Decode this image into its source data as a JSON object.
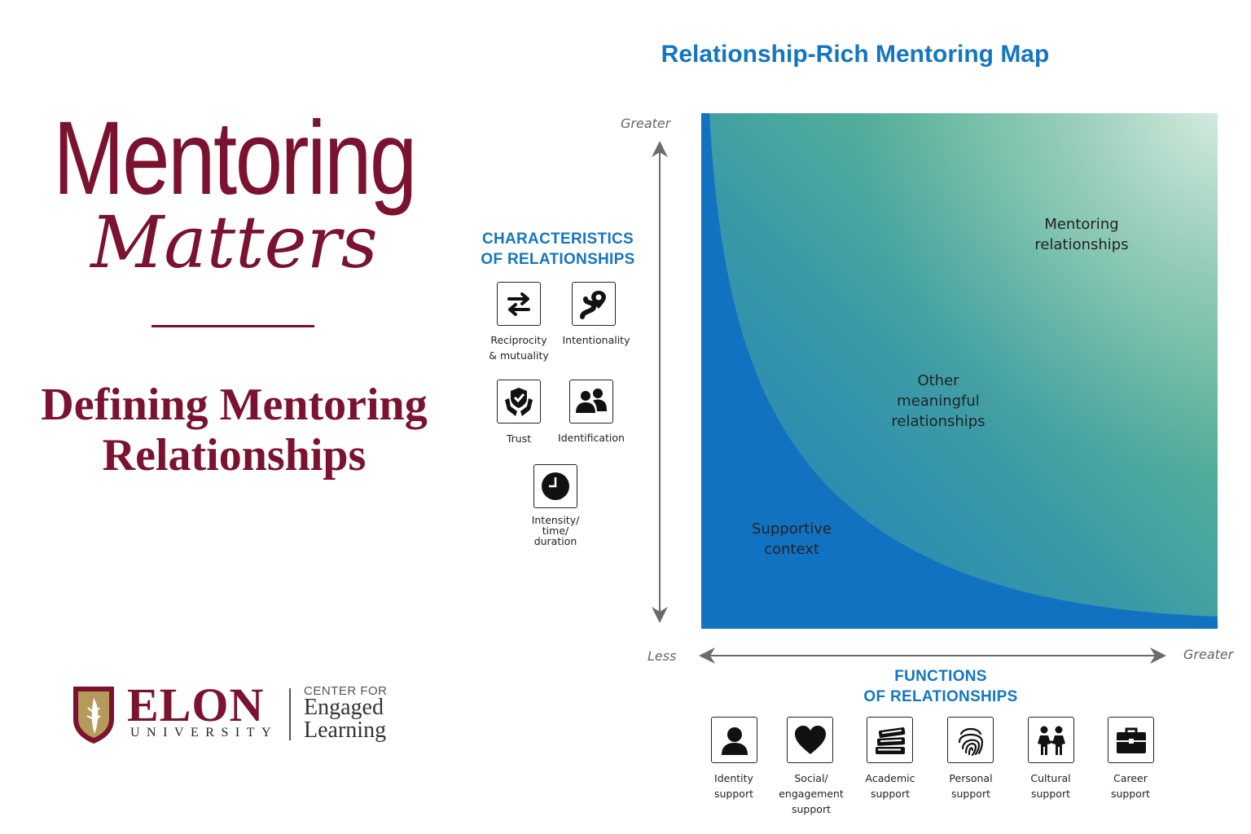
{
  "left": {
    "title_line1": "Mentoring",
    "title_line2": "Matters",
    "subtitle_line1": "Defining Mentoring",
    "subtitle_line2": "Relationships",
    "logo": {
      "name": "ELON",
      "university": "UNIVERSITY",
      "center_for": "CENTER FOR",
      "engaged": "Engaged",
      "learning": "Learning"
    }
  },
  "map": {
    "title": "Relationship-Rich Mentoring Map",
    "y_axis_top": "Greater",
    "x_axis_left": "Less",
    "x_axis_right": "Greater",
    "regions": {
      "mentoring": [
        "Mentoring",
        "relationships"
      ],
      "other": [
        "Other",
        "meaningful",
        "relationships"
      ],
      "supportive": [
        "Supportive",
        "context"
      ]
    }
  },
  "characteristics": {
    "heading_line1": "CHARACTERISTICS",
    "heading_line2": "OF RELATIONSHIPS",
    "items": [
      {
        "icon": "arrows-exchange-icon",
        "label": [
          "Reciprocity",
          "& mutuality"
        ]
      },
      {
        "icon": "location-path-icon",
        "label": [
          "Intentionality"
        ]
      },
      {
        "icon": "shield-hands-icon",
        "label": [
          "Trust"
        ]
      },
      {
        "icon": "people-icon",
        "label": [
          "Identification"
        ]
      },
      {
        "icon": "clock-icon",
        "label": [
          "Intensity/",
          "time/",
          "duration"
        ]
      }
    ]
  },
  "functions": {
    "heading_line1": "FUNCTIONS",
    "heading_line2": "OF RELATIONSHIPS",
    "items": [
      {
        "icon": "person-icon",
        "label": [
          "Identity",
          "support"
        ]
      },
      {
        "icon": "heart-icon",
        "label": [
          "Social/",
          "engagement",
          "support"
        ]
      },
      {
        "icon": "books-icon",
        "label": [
          "Academic",
          "support"
        ]
      },
      {
        "icon": "fingerprint-icon",
        "label": [
          "Personal",
          "support"
        ]
      },
      {
        "icon": "two-people-icon",
        "label": [
          "Cultural",
          "support"
        ]
      },
      {
        "icon": "briefcase-icon",
        "label": [
          "Career",
          "support"
        ]
      }
    ]
  },
  "colors": {
    "maroon": "#7a1230",
    "blue": "#1476c0",
    "green": "#5db591",
    "gold": "#b59a5b"
  }
}
